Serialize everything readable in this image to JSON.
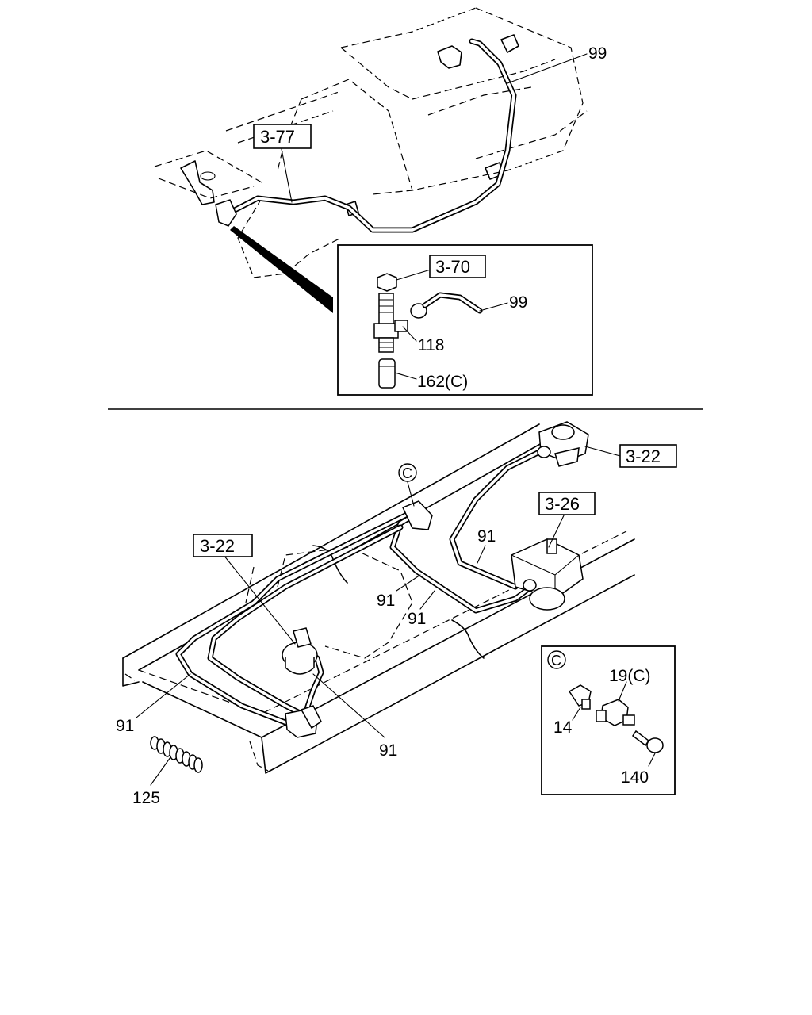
{
  "diagram": {
    "top_refs": {
      "r1": "3-77",
      "r2": "3-70"
    },
    "top_labels": {
      "l99a": "99",
      "l99b": "99",
      "l118": "118",
      "l162": "162(C)"
    },
    "bottom_refs": {
      "r1": "3-22",
      "r2": "3-26",
      "r3": "3-22"
    },
    "bottom_labels": {
      "c_marker": "C",
      "l91a": "91",
      "l91b": "91",
      "l91c": "91",
      "l91d": "91",
      "l91e": "91",
      "l125": "125"
    },
    "inset_c": {
      "marker": "C",
      "l19": "19(C)",
      "l14": "14",
      "l140": "140"
    }
  }
}
